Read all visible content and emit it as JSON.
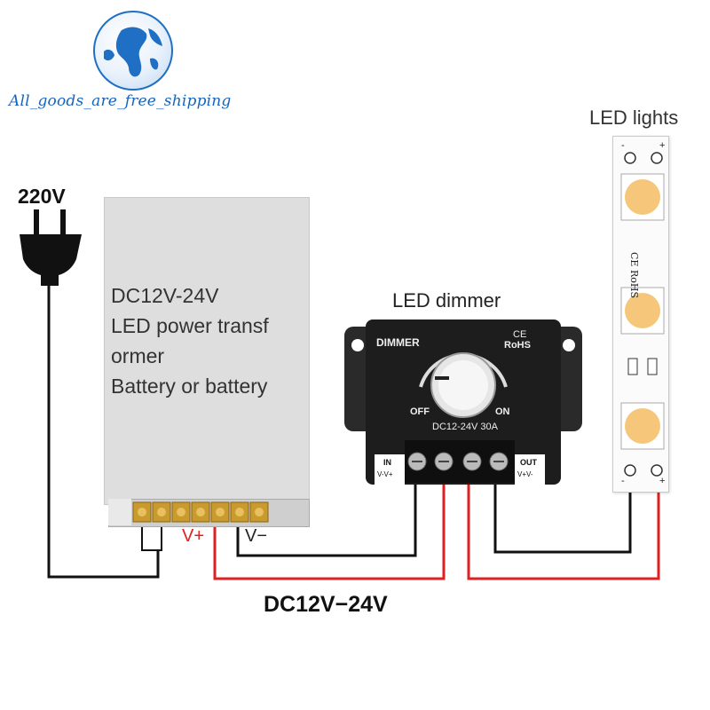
{
  "brand": {
    "text": "All_goods_are_free_shipping"
  },
  "plug": {
    "voltage": "220V"
  },
  "power_supply": {
    "lines": [
      "DC12V-24V",
      "LED power transf",
      "ormer",
      "Battery or battery"
    ],
    "terminal_plus": "V+",
    "terminal_minus": "V−"
  },
  "dimmer": {
    "title": "LED dimmer",
    "badge": "DIMMER",
    "cert": "CE",
    "rohs": "RoHS",
    "off": "OFF",
    "on": "ON",
    "rating": "DC12-24V 30A",
    "in_label": "IN",
    "in_terminals": "V-V+",
    "out_label": "OUT",
    "out_terminals": "V+V-"
  },
  "led_strip": {
    "title": "LED lights",
    "minus": "-",
    "plus": "+",
    "cert": "CE RoHS"
  },
  "output": {
    "voltage": "DC12V−24V"
  },
  "colors": {
    "positive_wire": "#e02020",
    "negative_wire": "#111111",
    "brand": "#1565c0"
  }
}
